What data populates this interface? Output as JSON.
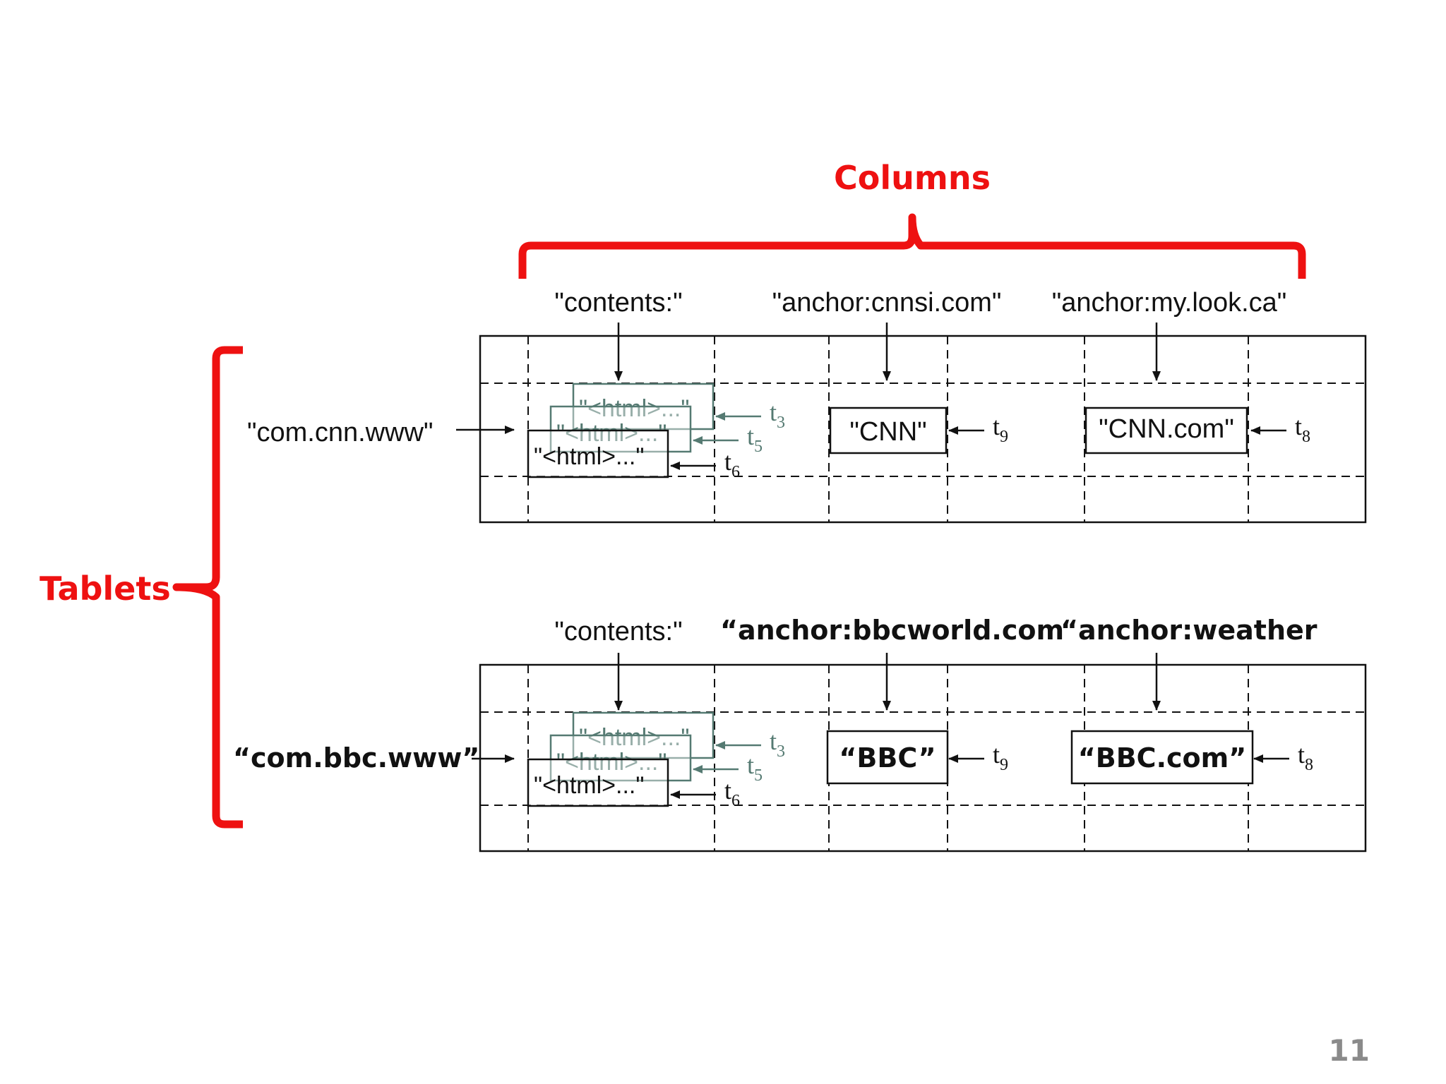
{
  "labels": {
    "columns": "Columns",
    "tablets": "Tablets",
    "page_number": "11"
  },
  "tablets": [
    {
      "row_key": "\"com.cnn.www\"",
      "columns": [
        "\"contents:\"",
        "\"anchor:cnnsi.com\"",
        "\"anchor:my.look.ca\""
      ],
      "contents_versions": [
        "\"<html>...\"",
        "\"<html>...\"",
        "\"<html>...\""
      ],
      "contents_timestamps": [
        {
          "base": "t",
          "sub": "3"
        },
        {
          "base": "t",
          "sub": "5"
        },
        {
          "base": "t",
          "sub": "6"
        }
      ],
      "anchor_values": [
        {
          "value": "\"CNN\"",
          "timestamp": {
            "base": "t",
            "sub": "9"
          }
        },
        {
          "value": "\"CNN.com\"",
          "timestamp": {
            "base": "t",
            "sub": "8"
          }
        }
      ]
    },
    {
      "row_key": "“com.bbc.www”",
      "columns": [
        "\"contents:\"",
        "“anchor:bbcworld.com",
        "“anchor:weather"
      ],
      "contents_versions": [
        "\"<html>...\"",
        "\"<html>...\"",
        "\"<html>...\""
      ],
      "contents_timestamps": [
        {
          "base": "t",
          "sub": "3"
        },
        {
          "base": "t",
          "sub": "5"
        },
        {
          "base": "t",
          "sub": "6"
        }
      ],
      "anchor_values": [
        {
          "value": "“BBC”",
          "timestamp": {
            "base": "t",
            "sub": "9"
          }
        },
        {
          "value": "“BBC.com”",
          "timestamp": {
            "base": "t",
            "sub": "8"
          }
        }
      ]
    }
  ],
  "colors": {
    "accent": "#ee1111",
    "old_version": "#557a72",
    "line": "#111111",
    "page_number": "#8a8a8a"
  }
}
